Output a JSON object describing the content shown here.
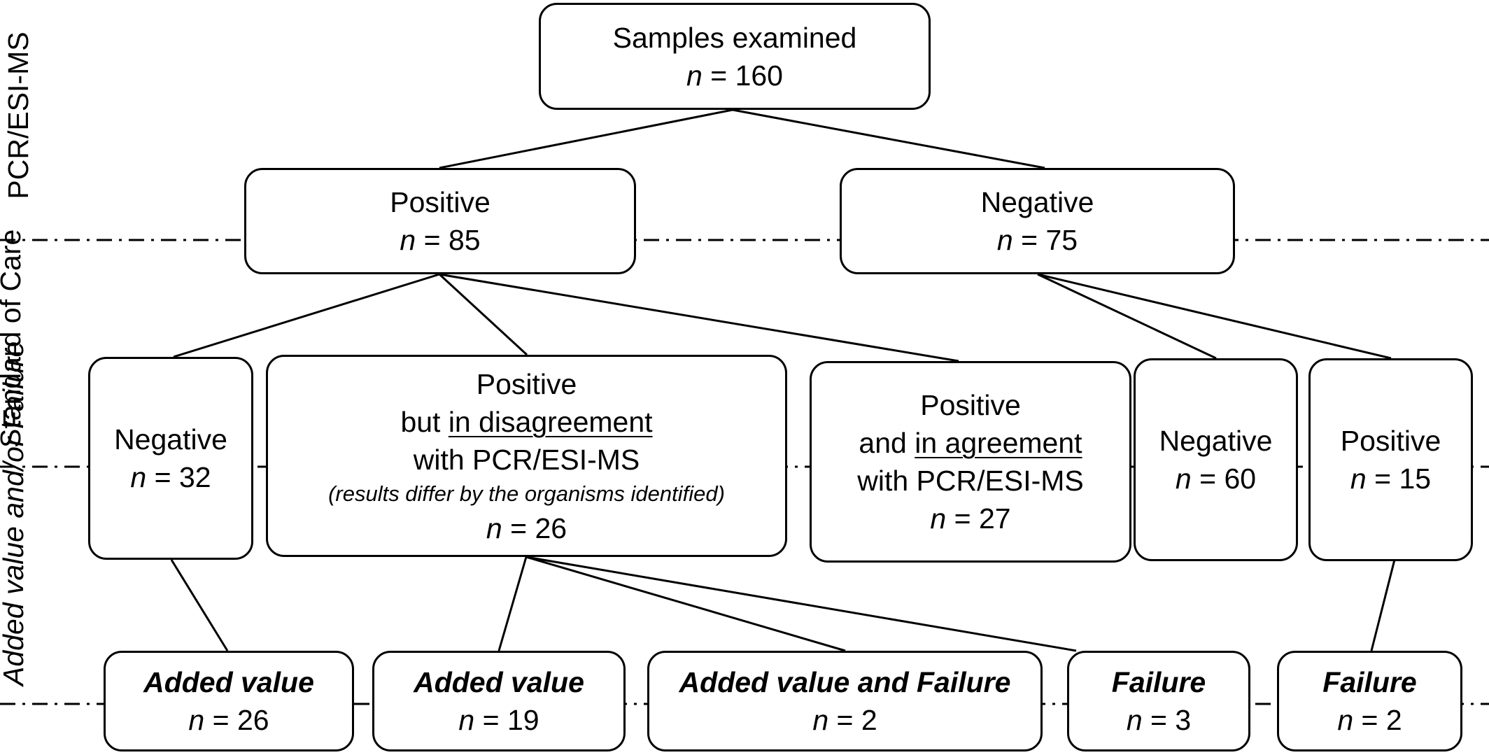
{
  "side_labels": {
    "pcr": "PCR/ESI-MS",
    "soc_1": "Standard of",
    "soc_2": "Care",
    "av_1": "Added value",
    "av_2": "and/or Failure"
  },
  "n_prefix": "n",
  "root": {
    "title": "Samples examined",
    "count": "= 160"
  },
  "pcr_positive": {
    "title": "Positive",
    "count": "= 85"
  },
  "pcr_negative": {
    "title": "Negative",
    "count": "= 75"
  },
  "soc_negative_a": {
    "title": "Negative",
    "count": "= 32"
  },
  "soc_disagree": {
    "line1": "Positive",
    "line2_prefix": "but ",
    "line2_underline": "in disagreement",
    "line3": "with PCR/ESI-MS",
    "note": "(results differ by the organisms identified)",
    "count": "= 26"
  },
  "soc_agree": {
    "line1": "Positive",
    "line2_prefix": "and ",
    "line2_underline": "in agreement",
    "line3": "with PCR/ESI-MS",
    "count": "= 27"
  },
  "soc_negative_b": {
    "title": "Negative",
    "count": "= 60"
  },
  "soc_positive_b": {
    "title": "Positive",
    "count": "= 15"
  },
  "out_added_a": {
    "title": "Added value",
    "count": "= 26"
  },
  "out_added_b": {
    "title": "Added value",
    "count": "= 19"
  },
  "out_added_fail": {
    "title": "Added value and Failure",
    "count": "= 2"
  },
  "out_fail_a": {
    "title": "Failure",
    "count": "= 3"
  },
  "out_fail_b": {
    "title": "Failure",
    "count": "= 2"
  }
}
